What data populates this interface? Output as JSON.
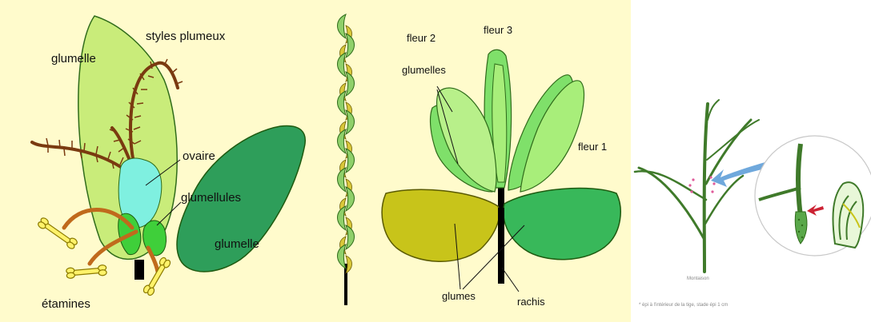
{
  "colors": {
    "background": "#fffbcc",
    "glumelle_light": "#c9ec7a",
    "glumelle_dark": "#2e9e5a",
    "ovary": "#7ff0e0",
    "lodicule": "#3fcf3a",
    "stigma": "#7a3a10",
    "stamen_filament": "#c06a1c",
    "anther": "#fff26a",
    "glume": "#c8c41a",
    "rachis": "#000000",
    "arrow_blue": "#6fa8dc",
    "arrow_red": "#cc2233"
  },
  "flower_diagram": {
    "label_styles": "styles plumeux",
    "label_glumelle_top": "glumelle",
    "label_ovaire": "ovaire",
    "label_glumellules": "glumellules",
    "label_glumelle_right": "glumelle",
    "label_etamines": "étamines"
  },
  "ear_diagram": {},
  "spikelet_diagram": {
    "label_fleur2": "fleur 2",
    "label_fleur3": "fleur 3",
    "label_fleur1": "fleur 1",
    "label_glumelles": "glumelles",
    "label_glumes": "glumes",
    "label_rachis": "rachis"
  },
  "plant_illustration": {
    "caption_small": "Montaison",
    "caption_footer": "* épi à l'intérieur de la tige, stade épi 1 cm"
  }
}
